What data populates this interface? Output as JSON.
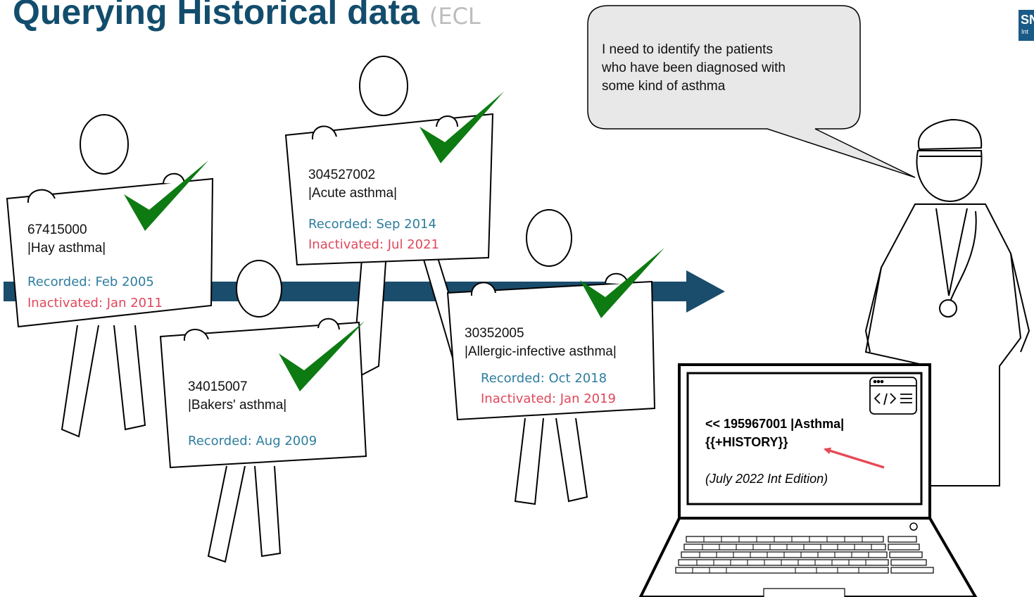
{
  "title": {
    "main": "Querying Historical data",
    "sub": "(ECL"
  },
  "logo": {
    "line1": "SN",
    "line2": "Int"
  },
  "speech_bubble": {
    "lines": [
      "I need to identify the patients",
      "who have been diagnosed with",
      "some kind of asthma"
    ]
  },
  "cards": [
    {
      "code": "67415000",
      "term": "|Hay asthma|",
      "recorded": "Recorded: Feb 2005",
      "inactivated": "Inactivated: Jan 2011",
      "checked": true
    },
    {
      "code": "304527002",
      "term": "|Acute asthma|",
      "recorded": "Recorded: Sep 2014",
      "inactivated": "Inactivated: Jul 2021",
      "checked": true
    },
    {
      "code": "34015007",
      "term": "|Bakers' asthma|",
      "recorded": "Recorded: Aug 2009",
      "inactivated": "",
      "checked": true
    },
    {
      "code": "30352005",
      "term": "|Allergic-infective asthma|",
      "recorded": "Recorded: Oct 2018",
      "inactivated": "Inactivated: Jan 2019",
      "checked": true
    }
  ],
  "laptop": {
    "query_line1": "<< 195967001 |Asthma|",
    "query_line2": "{{+HISTORY}}",
    "edition": "(July 2022 Int Edition)",
    "code_icon": "code-window-icon"
  },
  "colors": {
    "title": "#134d6d",
    "timeline": "#1a4c6b",
    "recorded": "#2e7d9e",
    "inactivated": "#e0475b",
    "check": "#0d7a12",
    "annotation_arrow": "#e64a55"
  }
}
